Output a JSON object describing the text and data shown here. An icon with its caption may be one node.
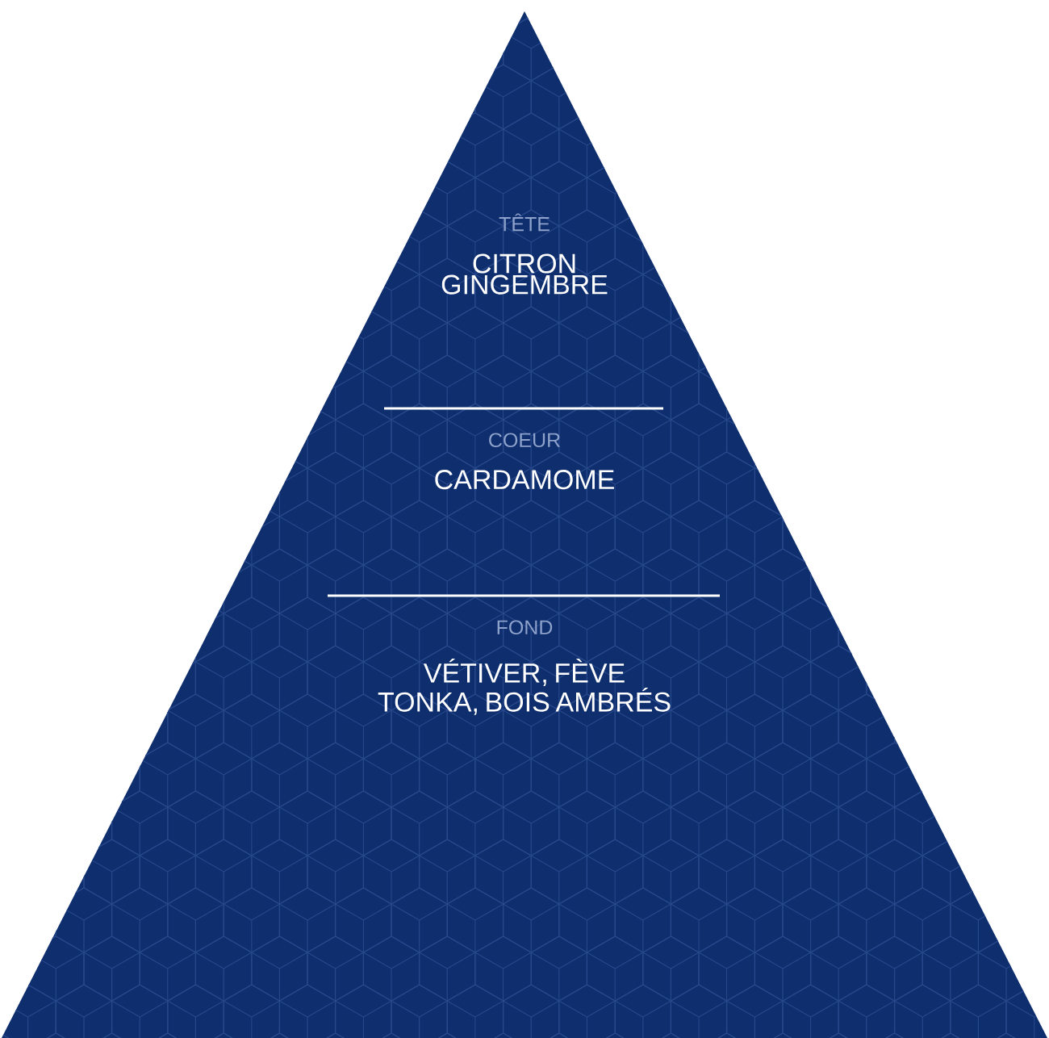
{
  "diagram": {
    "nodes": [
      {
        "text": [],
        "shape": "triangle"
      },
      {
        "text": [
          "TÊTE",
          "CITRON GINGEMBRE"
        ],
        "in": 0
      },
      {
        "text": [
          "COEUR",
          "CARDAMOME"
        ],
        "in": 0
      },
      {
        "text": [
          "FOND",
          "VÉTIVER, FÈVE TONKA, BOIS AMBRÉS"
        ],
        "in": 0
      }
    ]
  }
}
